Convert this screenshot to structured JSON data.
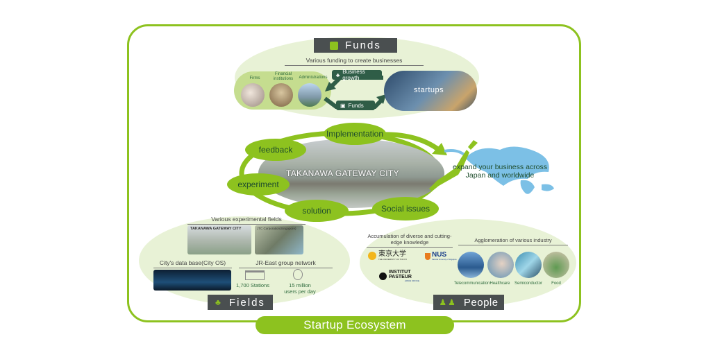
{
  "colors": {
    "accent": "#8dc21f",
    "dark_label": "#4a4f50",
    "dark_green": "#2f5d47",
    "soft_green": "#e8f2d6",
    "map_blue": "#7cc0e6"
  },
  "funds": {
    "title": "Funds",
    "icon": "money-stack-icon",
    "subtitle": "Various funding to create businesses",
    "investors": [
      {
        "label": "Firms"
      },
      {
        "label": "Financial institutions"
      },
      {
        "label": "Administrations"
      }
    ],
    "arrow_top": {
      "label": "Business growth",
      "icon": "growth-icon"
    },
    "arrow_bottom": {
      "label": "Funds",
      "icon": "money-icon"
    },
    "startups_label": "startups"
  },
  "cycle": {
    "center_label": "TAKANAWA GATEWAY CITY",
    "steps": [
      "Implementation",
      "Social issues",
      "solution",
      "experiment",
      "feedback"
    ],
    "expand_text_line1": "expand your business across",
    "expand_text_line2": "Japan and worldwide"
  },
  "fields": {
    "title": "Fields",
    "icon": "tree-bench-icon",
    "experimental_heading": "Various experimental fields",
    "experimental_sites": [
      "TAKANAWA GATEWAY CITY",
      "JTC Corporation(Singapore)"
    ],
    "database_heading": "City's data base(City OS)",
    "network_heading": "JR-East group network",
    "stats": [
      {
        "icon": "station-icon",
        "label": "1,700 Stations"
      },
      {
        "icon": "users-icon",
        "label": "15 million users per day"
      }
    ]
  },
  "people": {
    "title": "People",
    "icon": "people-icon",
    "knowledge_heading": "Accumulation of diverse and cutting-edge knowledge",
    "institutions": [
      {
        "name": "東京大学",
        "sub": "THE UNIVERSITY OF TOKYO"
      },
      {
        "name": "NUS",
        "sub": "National University of Singapore"
      },
      {
        "name": "INSTITUT PASTEUR",
        "sub": "JAPAN OFFICE"
      }
    ],
    "industry_heading": "Agglomeration of various industry",
    "industries": [
      "Telecommunication",
      "Healthcare",
      "Semiconductor",
      "Food"
    ]
  },
  "footer": {
    "label": "Startup Ecosystem"
  }
}
